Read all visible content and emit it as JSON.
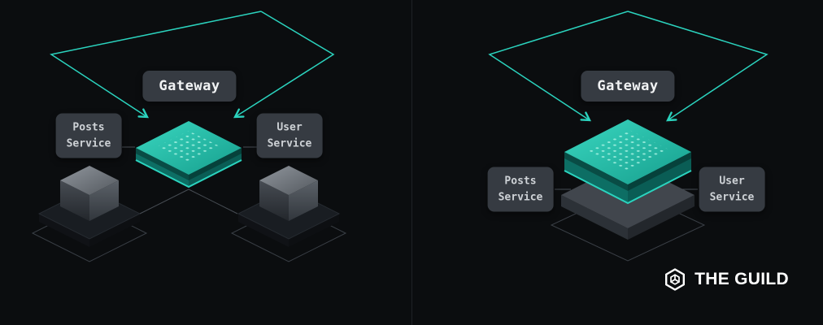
{
  "colors": {
    "background": "#0b0d0f",
    "accent_teal": "#2bd3be",
    "label_background": "#363b42"
  },
  "diagrams": {
    "left": {
      "gateway": "Gateway",
      "posts_service": {
        "line1": "Posts",
        "line2": "Service"
      },
      "user_service": {
        "line1": "User",
        "line2": "Service"
      }
    },
    "right": {
      "gateway": "Gateway",
      "posts_service": {
        "line1": "Posts",
        "line2": "Service"
      },
      "user_service": {
        "line1": "User",
        "line2": "Service"
      }
    }
  },
  "logo": {
    "text": "THE GUILD"
  }
}
